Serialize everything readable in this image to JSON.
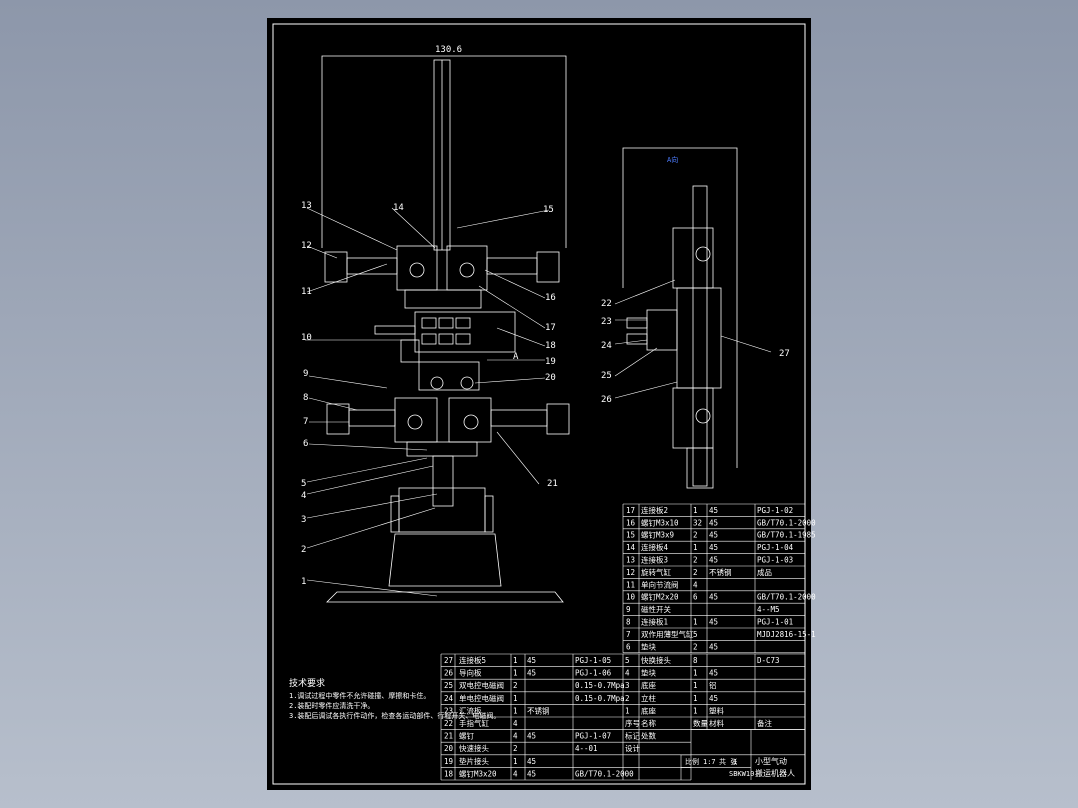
{
  "front_view": {
    "dimension_top": "130.6",
    "section_arrow_label": "A",
    "callouts": [
      "1",
      "2",
      "3",
      "4",
      "5",
      "6",
      "7",
      "8",
      "9",
      "10",
      "11",
      "12",
      "13",
      "14",
      "15",
      "16",
      "17",
      "18",
      "19",
      "20",
      "21"
    ]
  },
  "side_view": {
    "dimension_label": "A向",
    "callouts": [
      "22",
      "23",
      "24",
      "25",
      "26",
      "27"
    ]
  },
  "technical_requirements": {
    "title": "技术要求",
    "items": [
      "1.调试过程中零件不允许碰撞、摩擦和卡住。",
      "2.装配时零件应清洗干净。",
      "3.装配后调试各执行件动作，检查各运动部件、行程开关、电磁阀。"
    ]
  },
  "parts_table_upper": [
    {
      "no": "17",
      "name": "连接板2",
      "qty": "1",
      "material": "45",
      "code": "PGJ-1-02"
    },
    {
      "no": "16",
      "name": "螺钉M3x10",
      "qty": "32",
      "material": "45",
      "code": "GB/T70.1-2000"
    },
    {
      "no": "15",
      "name": "螺钉M3x9",
      "qty": "2",
      "material": "45",
      "code": "GB/T70.1-1985"
    },
    {
      "no": "14",
      "name": "连接板4",
      "qty": "1",
      "material": "45",
      "code": "PGJ-1-04"
    },
    {
      "no": "13",
      "name": "连接板3",
      "qty": "2",
      "material": "45",
      "code": "PGJ-1-03"
    },
    {
      "no": "12",
      "name": "旋转气缸",
      "qty": "2",
      "material": "不锈钢",
      "code": "成品"
    },
    {
      "no": "11",
      "name": "单向节流阀",
      "qty": "4",
      "material": "",
      "code": ""
    },
    {
      "no": "10",
      "name": "螺钉M2x20",
      "qty": "6",
      "material": "45",
      "code": "GB/T70.1-2000"
    },
    {
      "no": "9",
      "name": "磁性开关",
      "qty": "",
      "material": "",
      "code": "4--M5"
    },
    {
      "no": "8",
      "name": "连接板1",
      "qty": "1",
      "material": "45",
      "code": "PGJ-1-01"
    },
    {
      "no": "7",
      "name": "双作用薄型气缸",
      "qty": "5",
      "material": "",
      "code": "MJDJ2816-15-1"
    },
    {
      "no": "6",
      "name": "垫块",
      "qty": "2",
      "material": "45",
      "code": ""
    }
  ],
  "parts_table_lower": [
    {
      "no": "27",
      "name": "连接板5",
      "qty": "1",
      "material": "45",
      "code": "PGJ-1-05",
      "no2": "5",
      "name2": "快换接头",
      "qty2": "8",
      "mat2": "",
      "code2": "D-C73"
    },
    {
      "no": "26",
      "name": "导向板",
      "qty": "1",
      "material": "45",
      "code": "PGJ-1-06",
      "no2": "4",
      "name2": "垫块",
      "qty2": "1",
      "mat2": "45",
      "code2": ""
    },
    {
      "no": "25",
      "name": "双电控电磁阀",
      "qty": "2",
      "material": "",
      "code": "0.15-0.7Mpa",
      "no2": "3",
      "name2": "底座",
      "qty2": "1",
      "mat2": "铝",
      "code2": ""
    },
    {
      "no": "24",
      "name": "单电控电磁阀",
      "qty": "1",
      "material": "",
      "code": "0.15-0.7Mpa",
      "no2": "2",
      "name2": "立柱",
      "qty2": "1",
      "mat2": "45",
      "code2": ""
    },
    {
      "no": "23",
      "name": "汇流板",
      "qty": "1",
      "material": "不锈钢",
      "code": "",
      "no2": "1",
      "name2": "底座",
      "qty2": "1",
      "mat2": "塑料",
      "code2": ""
    },
    {
      "no": "22",
      "name": "手指气缸",
      "qty": "4",
      "material": "",
      "code": "",
      "no2": "序号",
      "name2": "名称",
      "qty2": "数量",
      "mat2": "材料",
      "code2": "备注"
    },
    {
      "no": "21",
      "name": "螺钉",
      "qty": "4",
      "material": "45",
      "code": "PGJ-1-07",
      "no2": "标记",
      "name2": "处数",
      "qty2": "",
      "mat2": "",
      "code2": ""
    },
    {
      "no": "20",
      "name": "快速接头",
      "qty": "2",
      "material": "",
      "code": "4--01",
      "no2": "设计",
      "name2": "",
      "qty2": "",
      "mat2": "",
      "code2": ""
    },
    {
      "no": "19",
      "name": "垫片接头",
      "qty": "1",
      "material": "45",
      "code": "",
      "no2": "",
      "name2": "",
      "qty2": "",
      "mat2": "",
      "code2": ""
    },
    {
      "no": "18",
      "name": "螺钉M3x20",
      "qty": "4",
      "material": "45",
      "code": "GB/T70.1-2000",
      "no2": "",
      "name2": "",
      "qty2": "",
      "mat2": "",
      "code2": ""
    }
  ],
  "title_block": {
    "scale_label": "比例",
    "scale": "1:7",
    "sheet_label": "共 张",
    "sheet": "1",
    "title": "小型气动",
    "subtitle": "搬运机器人",
    "code": "SBKW10"
  }
}
